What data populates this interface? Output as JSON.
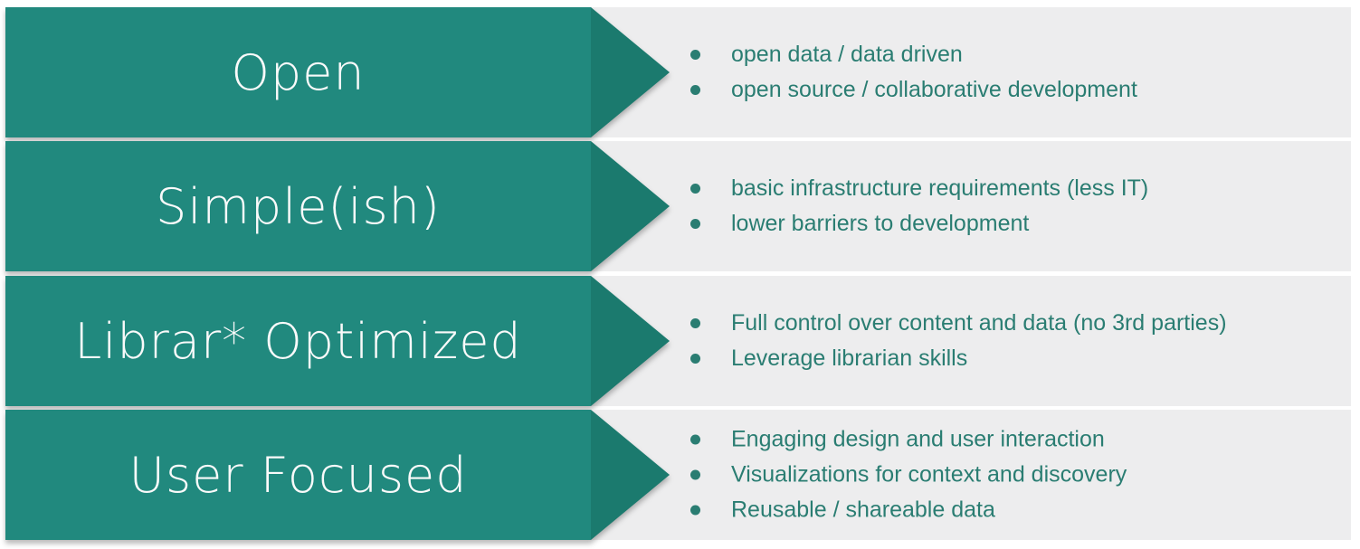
{
  "theme": {
    "page_background_color": "#ffffff",
    "row_background_color": "#ededee",
    "arrow_body_color": "#21897e",
    "arrow_head_color": "#1b7a6e",
    "label_text_color": "#fafafa",
    "bullet_text_color": "#2a7d72"
  },
  "rows": [
    {
      "label": "Open",
      "bullets": [
        "open data / data driven",
        "open source / collaborative development"
      ]
    },
    {
      "label": "Simple(ish)",
      "bullets": [
        "basic infrastructure requirements (less IT)",
        "lower barriers to development"
      ]
    },
    {
      "label": "Librar* Optimized",
      "bullets": [
        "Full control over content and data (no 3rd parties)",
        "Leverage librarian skills"
      ]
    },
    {
      "label": "User Focused",
      "bullets": [
        "Engaging design and user interaction",
        "Visualizations for context and discovery",
        "Reusable / shareable data"
      ]
    }
  ]
}
